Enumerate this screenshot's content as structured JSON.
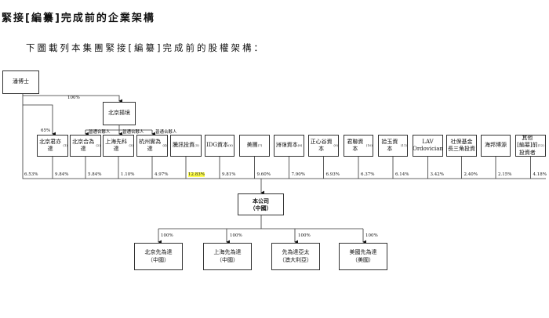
{
  "heading": "緊接[編纂]完成前的企業架構",
  "intro": "下圖載列本集團緊接[編纂]完成前的股權架構：",
  "founder": "潘博士",
  "holding": "北京揚境",
  "founder_to_holding": "100%",
  "founder_to_junyida": "65%",
  "gp_label": "普通合夥人",
  "shareholders": [
    {
      "name": "北京君亦達",
      "note": "(1)",
      "pct": "9.84%"
    },
    {
      "name": "北京合為達",
      "note": "(2)",
      "pct": "5.84%"
    },
    {
      "name": "上海先科達",
      "note": "(3)",
      "pct": "1.10%"
    },
    {
      "name": "杭州實為達",
      "note": "(4)",
      "pct": "4.97%"
    },
    {
      "name": "騰訊投資",
      "note": "(5)",
      "pct": "12.83%"
    },
    {
      "name": "IDG資本",
      "note": "(6)",
      "pct": "9.81%"
    },
    {
      "name": "美團",
      "note": "(7)",
      "pct": "9.60%"
    },
    {
      "name": "洲嶺資本",
      "note": "(8)",
      "pct": "7.90%"
    },
    {
      "name": "正心谷資本",
      "note": "(9)",
      "pct": "6.93%"
    },
    {
      "name": "君聯資本",
      "note": "(10)",
      "pct": "6.37%"
    },
    {
      "name": "拾玉資本",
      "note": "(11)",
      "pct": "6.14%"
    },
    {
      "name": "LAV\nOrdovician",
      "note": "",
      "pct": "3.42%"
    },
    {
      "name": "社保基金\n長三角投資",
      "note": "",
      "pct": "2.40%"
    },
    {
      "name": "海邦博源",
      "note": "",
      "pct": "2.15%"
    },
    {
      "name": "其他\n[編纂]前\n投資者",
      "note": "(12)",
      "pct": "4.18%"
    }
  ],
  "founder_direct_pct": "6.53%",
  "company": "本公司\n（中國）",
  "subsidiaries": [
    {
      "name": "北京先為達\n（中國）",
      "pct": "100%"
    },
    {
      "name": "上海先為達\n（中國）",
      "pct": "100%"
    },
    {
      "name": "先為達亞太\n（澳大利亞）",
      "pct": "100%"
    },
    {
      "name": "美國先為達\n（美國）",
      "pct": "100%"
    }
  ]
}
